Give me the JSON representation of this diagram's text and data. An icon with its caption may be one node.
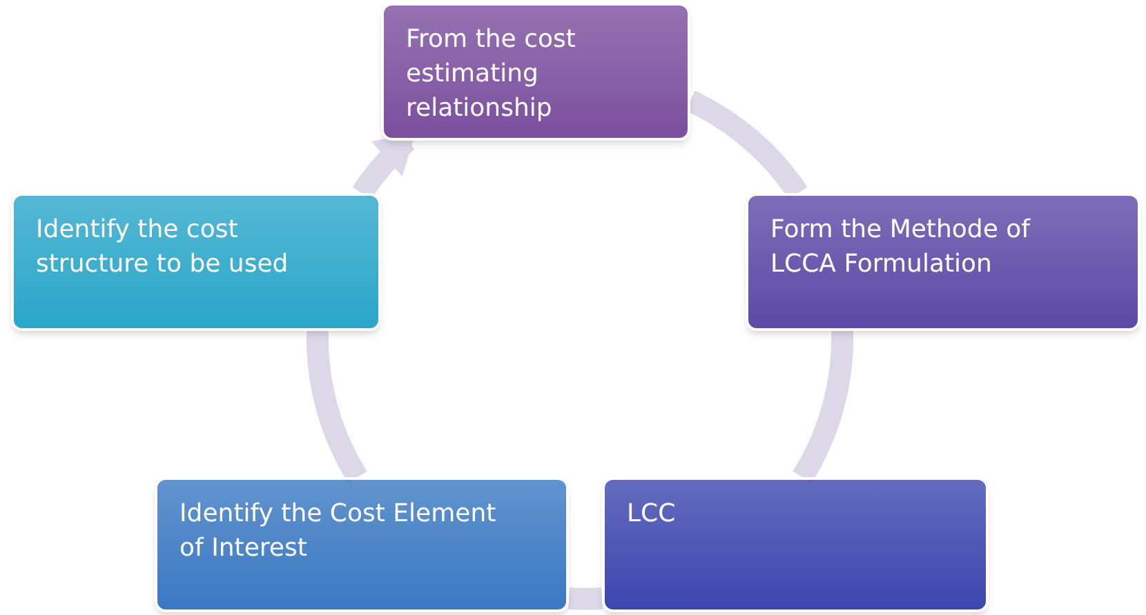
{
  "diagram": {
    "nodes": [
      {
        "text": [
          "From the cost estimating relationship"
        ]
      },
      {
        "text": [
          "Form the Methode of LCCA Formulation"
        ]
      },
      {
        "text": [
          "LCC"
        ]
      },
      {
        "text": [
          "Identify the Cost Element of Interest"
        ]
      },
      {
        "text": [
          "Identify the cost structure to be used"
        ]
      }
    ],
    "edges": [
      {
        "from": 0,
        "to": 1,
        "arrow": "none"
      },
      {
        "from": 1,
        "to": 2,
        "arrow": "none"
      },
      {
        "from": 2,
        "to": 3,
        "arrow": "none"
      },
      {
        "from": 3,
        "to": 4,
        "arrow": "none"
      },
      {
        "from": 4,
        "to": 0,
        "arrow": "to"
      }
    ]
  }
}
